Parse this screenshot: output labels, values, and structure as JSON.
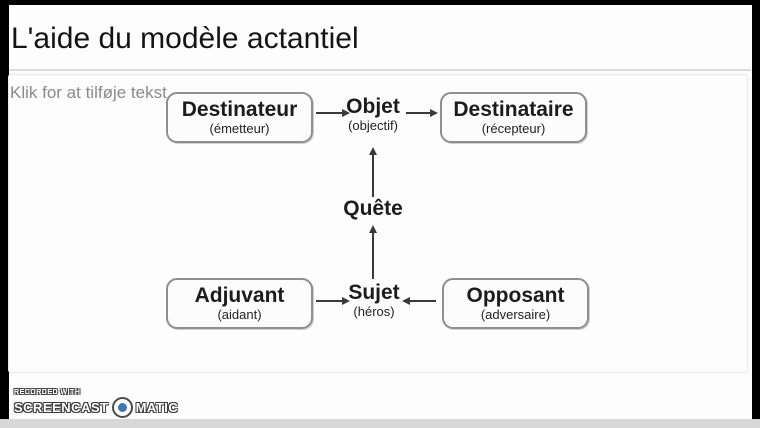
{
  "slide": {
    "title": "L'aide du modèle actantiel",
    "body_placeholder": "Klik for at tilføje tekst"
  },
  "diagram": {
    "destinateur": {
      "label": "Destinateur",
      "sublabel": "(émetteur)"
    },
    "objet": {
      "label": "Objet",
      "sublabel": "(objectif)"
    },
    "destinataire": {
      "label": "Destinataire",
      "sublabel": "(récepteur)"
    },
    "quete": {
      "label": "Quête"
    },
    "adjuvant": {
      "label": "Adjuvant",
      "sublabel": "(aidant)"
    },
    "sujet": {
      "label": "Sujet",
      "sublabel": "(héros)"
    },
    "opposant": {
      "label": "Opposant",
      "sublabel": "(adversaire)"
    }
  },
  "watermark": {
    "recorded_with": "RECORDED WITH",
    "brand_left": "SCREENCAST",
    "brand_right": "MATIC"
  },
  "colors": {
    "frame_black": "#000000",
    "bottom_strip_gray": "#d8d8d8",
    "box_border_gray": "#8f8f8f",
    "arrow_dark": "#3a3a3a",
    "placeholder_gray": "#8a8a8a",
    "watermark_blue": "#3f74ad"
  }
}
